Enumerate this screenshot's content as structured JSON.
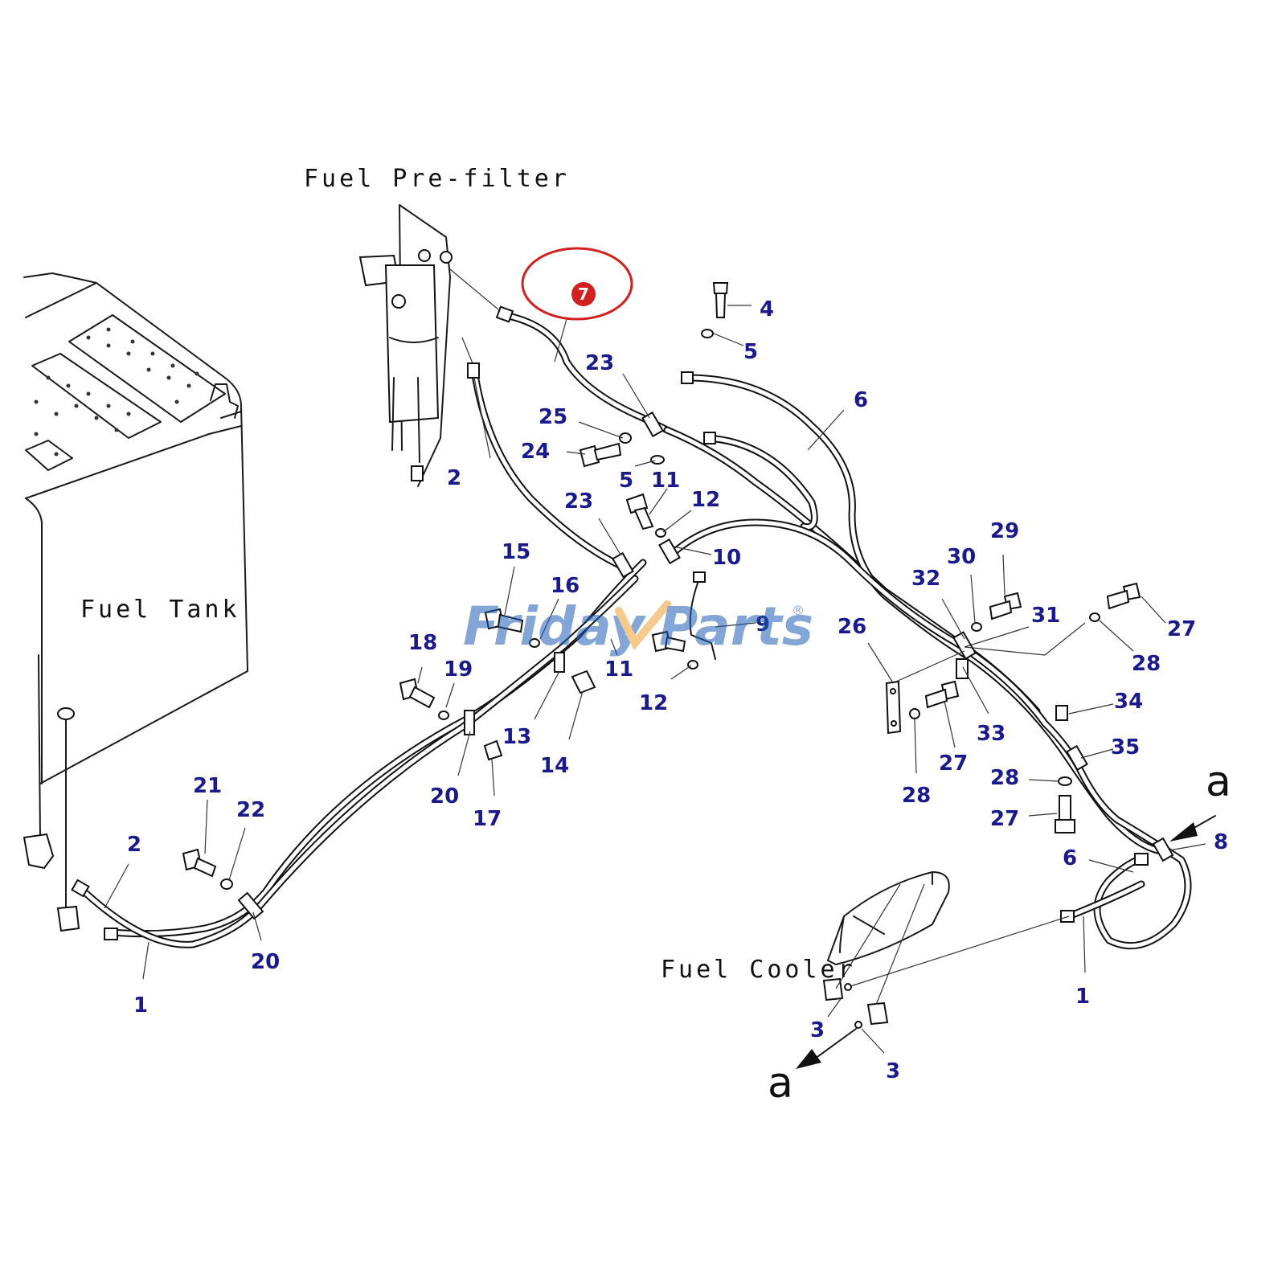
{
  "labels": {
    "fuel_prefilter": "Fuel Pre-filter",
    "fuel_tank": "Fuel Tank",
    "fuel_cooler": "Fuel Cooler",
    "view_marker": "a"
  },
  "highlight": {
    "number": "7",
    "color": "#d21f1f"
  },
  "watermark": {
    "brand_part1": "Friday",
    "brand_part2": "Parts",
    "registered": "®",
    "color_blue": "#1f5fb5",
    "color_orange": "#f0a030"
  },
  "callouts": {
    "c4": "4",
    "c5a": "5",
    "c6a": "6",
    "c23a": "23",
    "c25": "25",
    "c24": "24",
    "c5b": "5",
    "c11a": "11",
    "c2a": "2",
    "c23b": "23",
    "c12a": "12",
    "c10": "10",
    "c15": "15",
    "c16": "16",
    "c9": "9",
    "c18": "18",
    "c19": "19",
    "c11b": "11",
    "c12b": "12",
    "c13": "13",
    "c14": "14",
    "c20a": "20",
    "c17": "17",
    "c21": "21",
    "c22": "22",
    "c2b": "2",
    "c20b": "20",
    "c1a": "1",
    "c29": "29",
    "c30": "30",
    "c32": "32",
    "c31": "31",
    "c26": "26",
    "c27a": "27",
    "c28a": "28",
    "c34": "34",
    "c27b": "27",
    "c33": "33",
    "c28b": "28",
    "c35": "35",
    "c28c": "28",
    "c27c": "27",
    "c8": "8",
    "c6b": "6",
    "c1b": "1",
    "c3a": "3",
    "c3b": "3"
  }
}
